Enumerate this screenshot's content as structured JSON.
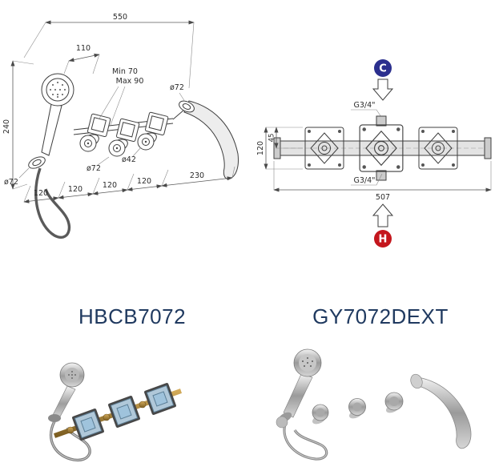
{
  "products": {
    "left_code": "HBCB7072",
    "right_code": "GY7072DEXT"
  },
  "left_drawing": {
    "dim_550": "550",
    "dim_110": "110",
    "min_depth": "Min 70",
    "max_depth": "Max 90",
    "dia_72_spout": "ø72",
    "dim_240": "240",
    "dia_72_trim": "ø72",
    "dia_42_handle": "ø42",
    "dia_72_holder": "ø72",
    "dim_120_a": "120",
    "dim_120_b": "120",
    "dim_120_c": "120",
    "dim_120_d": "120",
    "dim_230": "230"
  },
  "right_drawing": {
    "cold_label": "C",
    "hot_label": "H",
    "thread_top": "G3/4\"",
    "thread_bottom": "G3/4\"",
    "dim_120": "120",
    "dim_45": "45",
    "dim_507": "507"
  },
  "colors": {
    "cold_badge": "#2b2f8e",
    "hot_badge": "#c4161d",
    "product_code_text": "#203a60"
  }
}
